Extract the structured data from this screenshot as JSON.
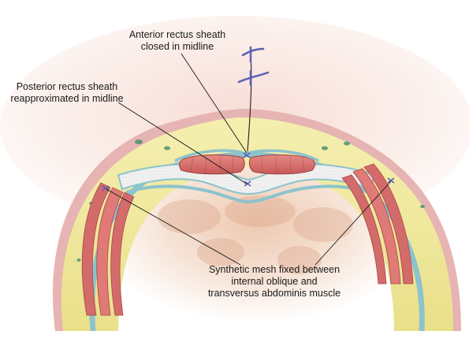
{
  "labels": {
    "anterior_sheath": [
      "Anterior rectus sheath",
      "closed in midline"
    ],
    "posterior_sheath": [
      "Posterior rectus sheath",
      "reapproximated in midline"
    ],
    "mesh": [
      "Synthetic mesh fixed between",
      "internal oblique and",
      "transversus abdominis muscle"
    ]
  },
  "colors": {
    "fat": "#f0eaa0",
    "skin": "#e9b7b7",
    "muscle": "#d46b6b",
    "fascia": "#8cc3cc",
    "mesh": "#e9e9e9",
    "suture": "#5b5fb3"
  }
}
